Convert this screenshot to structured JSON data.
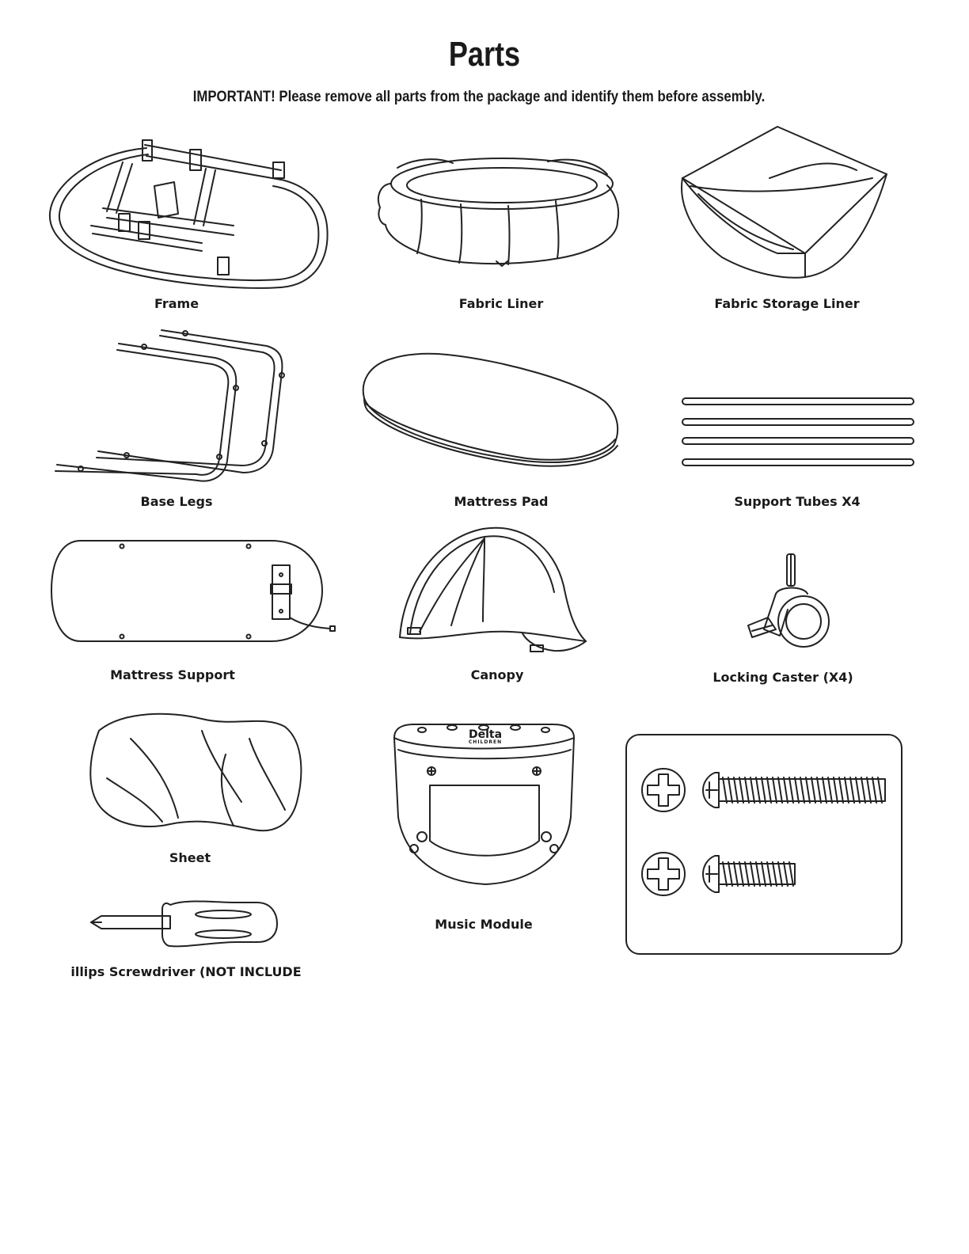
{
  "page": {
    "title": "Parts",
    "notice_lead": "IMPORTANT!",
    "notice_text": " Please remove all parts from the package and identify them before assembly."
  },
  "parts": {
    "frame": "Frame",
    "fabric_liner": "Fabric Liner",
    "fabric_storage_liner": "Fabric Storage Liner",
    "base_legs": "Base Legs",
    "mattress_pad": "Mattress Pad",
    "support_tubes": "Support Tubes X4",
    "mattress_support": "Mattress Support",
    "canopy": "Canopy",
    "locking_caster": "Locking Caster (X4)",
    "sheet": "Sheet",
    "music_module": "Music Module",
    "screwdriver": "illips Screwdriver (NOT INCLUDE"
  },
  "music_module_logo": {
    "brand": "Delta",
    "sub": "CHILDREN"
  },
  "icons": [
    "frame-drawing",
    "fabric-liner-drawing",
    "storage-liner-drawing",
    "base-legs-drawing",
    "mattress-pad-drawing",
    "support-tubes-drawing",
    "mattress-support-drawing",
    "canopy-drawing",
    "caster-drawing",
    "sheet-drawing",
    "music-module-drawing",
    "screwdriver-drawing",
    "long-screw-icon",
    "short-screw-icon"
  ]
}
